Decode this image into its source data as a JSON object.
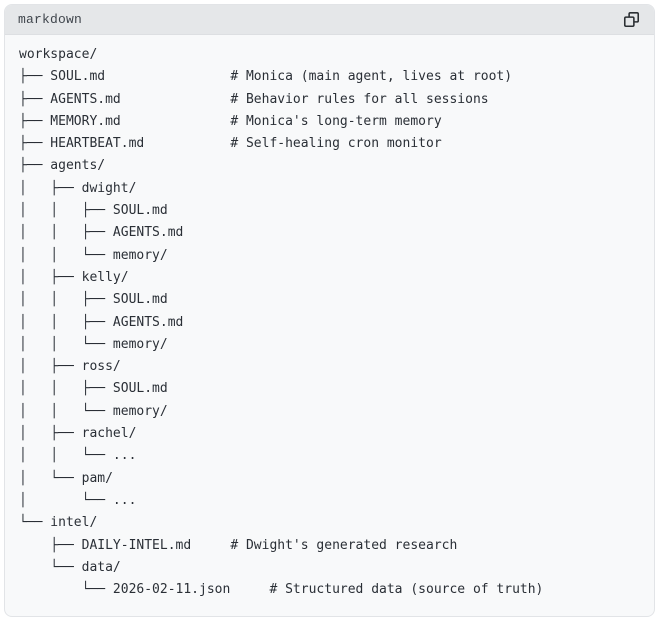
{
  "header": {
    "language_label": "markdown",
    "copy_icon": "copy-icon"
  },
  "colors": {
    "header_bg": "#e5e7e9",
    "body_bg": "#f8f9fa",
    "border": "#e2e4e7",
    "text": "#2a2f36",
    "label_text": "#40464d",
    "icon": "#2b2f33"
  },
  "code": {
    "root": "workspace/",
    "lines": [
      "workspace/",
      "├── SOUL.md                # Monica (main agent, lives at root)",
      "├── AGENTS.md              # Behavior rules for all sessions",
      "├── MEMORY.md              # Monica's long-term memory",
      "├── HEARTBEAT.md           # Self-healing cron monitor",
      "├── agents/",
      "│   ├── dwight/",
      "│   │   ├── SOUL.md",
      "│   │   ├── AGENTS.md",
      "│   │   └── memory/",
      "│   ├── kelly/",
      "│   │   ├── SOUL.md",
      "│   │   ├── AGENTS.md",
      "│   │   └── memory/",
      "│   ├── ross/",
      "│   │   ├── SOUL.md",
      "│   │   └── memory/",
      "│   ├── rachel/",
      "│   │   └── ...",
      "│   └── pam/",
      "│       └── ...",
      "└── intel/",
      "    ├── DAILY-INTEL.md     # Dwight's generated research",
      "    └── data/",
      "        └── 2026-02-11.json     # Structured data (source of truth)"
    ]
  }
}
